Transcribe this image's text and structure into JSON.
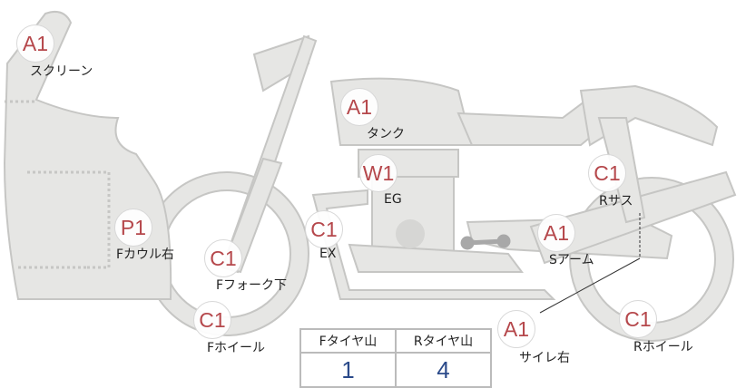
{
  "parts": [
    {
      "code": "A1",
      "label": "スクリーン"
    },
    {
      "code": "A1",
      "label": "タンク"
    },
    {
      "code": "W1",
      "label": "EG"
    },
    {
      "code": "C1",
      "label": "EX"
    },
    {
      "code": "P1",
      "label": "Fカウル右"
    },
    {
      "code": "C1",
      "label": "Fフォーク下"
    },
    {
      "code": "C1",
      "label": "Fホイール"
    },
    {
      "code": "C1",
      "label": "Rサス"
    },
    {
      "code": "A1",
      "label": "Sアーム"
    },
    {
      "code": "A1",
      "label": "サイレ右"
    },
    {
      "code": "C1",
      "label": "Rホイール"
    }
  ],
  "tire_table": {
    "headers": [
      "Fタイヤ山",
      "Rタイヤ山"
    ],
    "values": [
      "1",
      "4"
    ]
  },
  "colors": {
    "body": "#e6e6e4",
    "outline": "#c6c6c4",
    "badge_text": "#b5474b",
    "value_text": "#2b4a8a"
  }
}
